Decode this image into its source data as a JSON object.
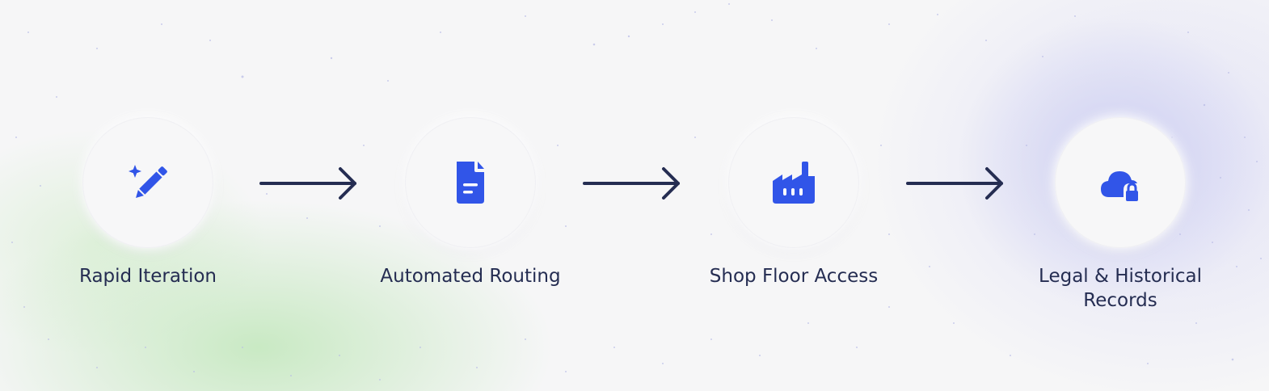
{
  "steps": [
    {
      "label": "Rapid Iteration",
      "icon": "magic-pencil-icon"
    },
    {
      "label": "Automated Routing",
      "icon": "document-icon"
    },
    {
      "label": "Shop Floor Access",
      "icon": "factory-icon"
    },
    {
      "label": "Legal & Historical Records",
      "icon": "cloud-lock-icon"
    }
  ],
  "colors": {
    "icon": "#3155e8",
    "arrow": "#252d52",
    "text": "#252d52"
  }
}
